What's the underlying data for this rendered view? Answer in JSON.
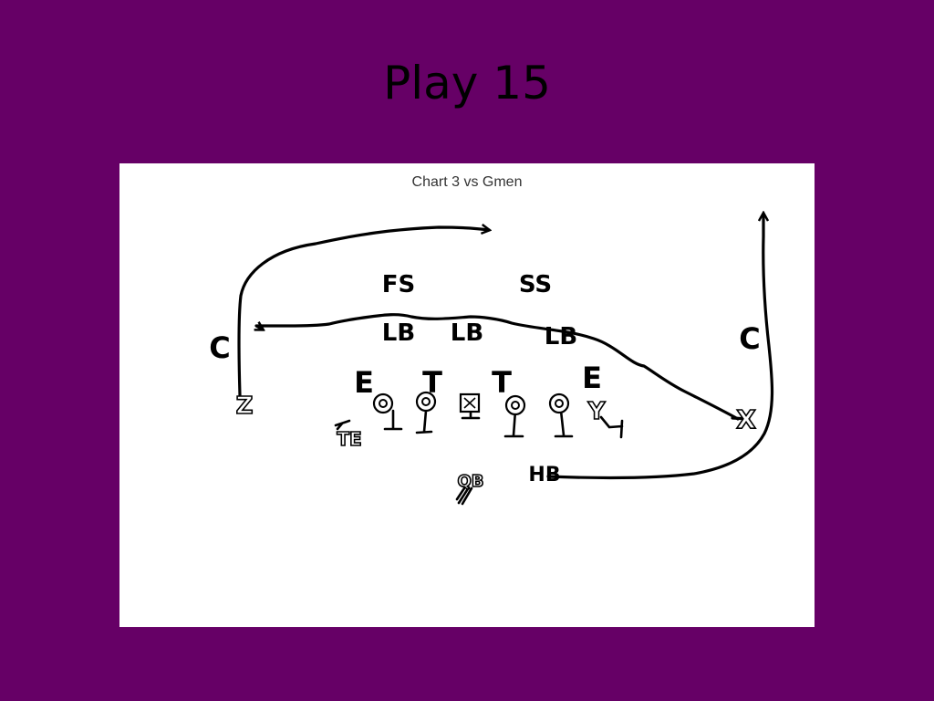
{
  "slide": {
    "title": "Play 15"
  },
  "diagram": {
    "caption": "Chart 3 vs Gmen",
    "defense": {
      "fs": "FS",
      "ss": "SS",
      "lb_left": "LB",
      "lb_mid": "LB",
      "lb_right": "LB",
      "corner_left": "C",
      "corner_right": "C",
      "end_left": "E",
      "end_right": "E",
      "tackle_left": "T",
      "tackle_right": "T"
    },
    "offense": {
      "z": "Z",
      "te": "TE",
      "x": "X",
      "y": "Y",
      "qb": "QB",
      "hb": "HB"
    }
  }
}
